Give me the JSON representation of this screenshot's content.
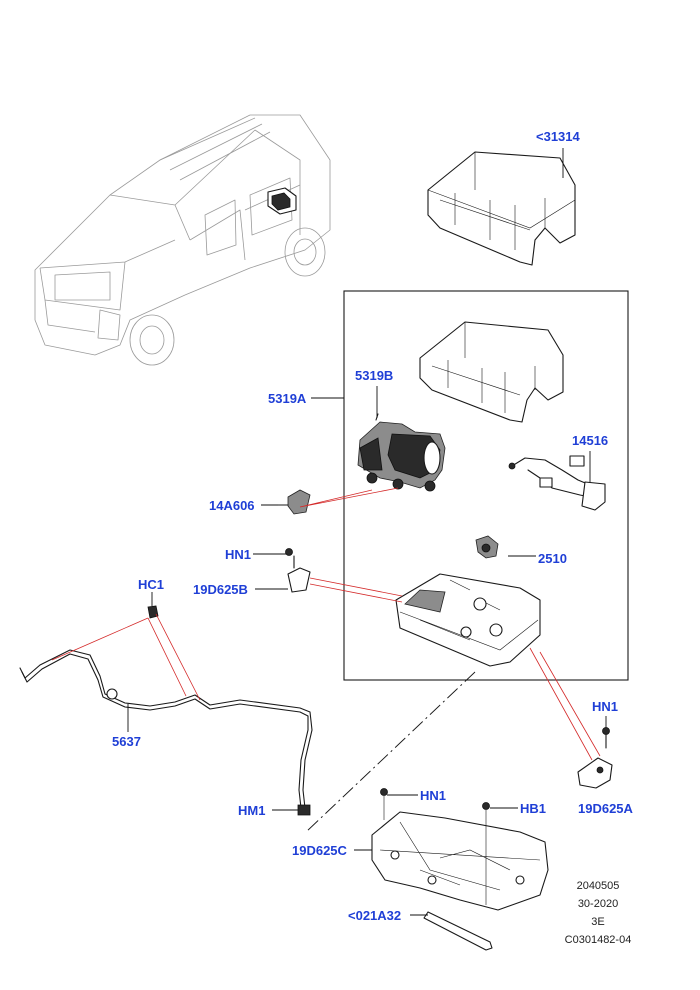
{
  "colors": {
    "callout_text": "#1f3fd6",
    "leader_red": "#d42a2a",
    "line_art": "#1a1a1a",
    "vehicle_outline": "#9a9a9a"
  },
  "callouts": {
    "c31314": "<31314",
    "c5319A": "5319A",
    "c5319B": "5319B",
    "c14516": "14516",
    "c14A606": "14A606",
    "cHN1_a": "HN1",
    "c19D625B": "19D625B",
    "c2510": "2510",
    "cHC1": "HC1",
    "c5637": "5637",
    "cHN1_b": "HN1",
    "c19D625A": "19D625A",
    "cHM1": "HM1",
    "cHN1_c": "HN1",
    "cHB1": "HB1",
    "c19D625C": "19D625C",
    "c021A32": "<021A32"
  },
  "illustration_ref": {
    "line1": "2040505",
    "line2": "30-2020",
    "line3": "3E",
    "line4": "C0301482-04"
  }
}
